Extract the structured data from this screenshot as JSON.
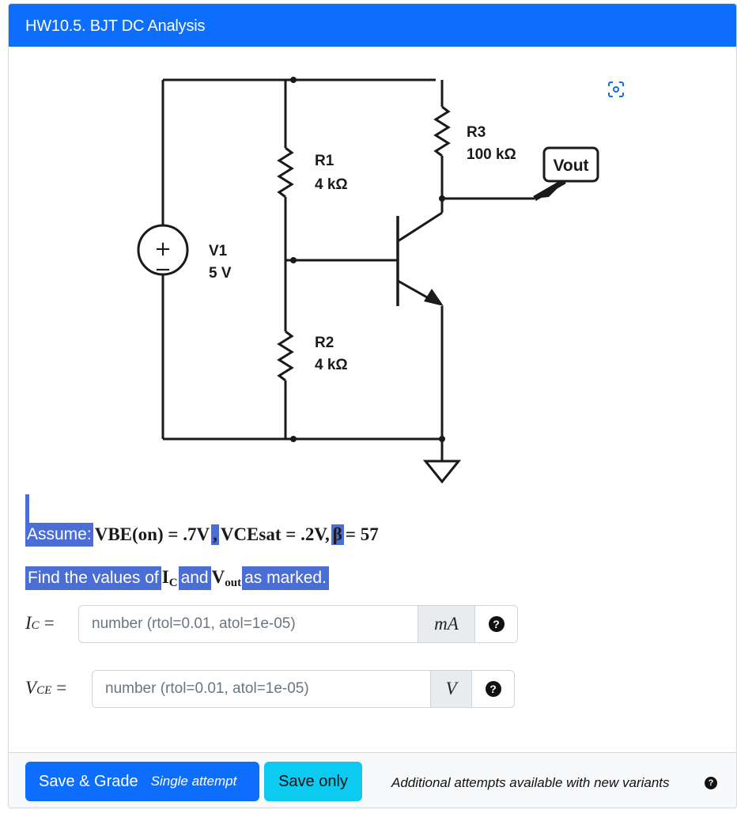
{
  "header": {
    "title": "HW10.5. BJT DC Analysis"
  },
  "icons": {
    "zoom": "zoom-focus-icon",
    "help": "question-circle-icon"
  },
  "circuit": {
    "r1_name": "R1",
    "r1_value": "4 kΩ",
    "r2_name": "R2",
    "r2_value": "4 kΩ",
    "r3_name": "R3",
    "r3_value": "100 kΩ",
    "v1_name": "V1",
    "v1_value": "5 V",
    "output_label": "Vout",
    "plus_sign": "+",
    "minus_sign": "−"
  },
  "question": {
    "assume_label": "Assume:",
    "vbe": "VBE(on) = .7V",
    "comma": ",",
    "vcesat": "VCEsat = .2V,",
    "beta_symbol": "β",
    "beta_rest": "= 57",
    "find_prefix": "Find the values of",
    "ic_main": "I",
    "ic_sub": "C",
    "and_word": "and",
    "vout_main": "V",
    "vout_sub": "out",
    "find_suffix": "as marked."
  },
  "answers": [
    {
      "label_main": "I",
      "label_sub": "C",
      "eq": "=",
      "placeholder": "number (rtol=0.01, atol=1e-05)",
      "value": "",
      "unit": "mA"
    },
    {
      "label_main": "V",
      "label_sub": "CE",
      "eq": "=",
      "placeholder": "number (rtol=0.01, atol=1e-05)",
      "value": "",
      "unit": "V"
    }
  ],
  "help_glyph": "?",
  "footer": {
    "grade_label": "Save & Grade",
    "grade_sublabel": "Single attempt",
    "save_label": "Save only",
    "attempts_note": "Additional attempts available with new variants"
  },
  "colors": {
    "primary": "#0d6efd",
    "info": "#0dcaf0",
    "highlight": "#4a6ed6"
  }
}
